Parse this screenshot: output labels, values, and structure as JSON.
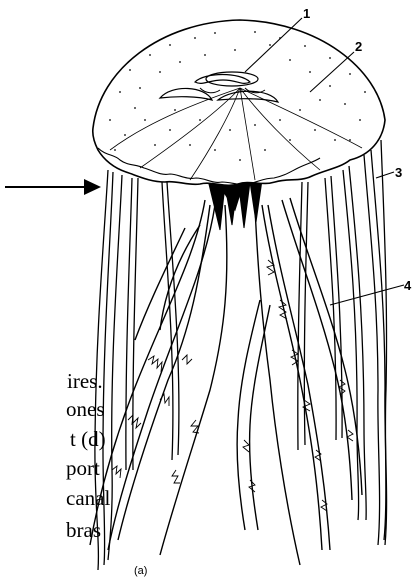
{
  "figure": {
    "callouts": [
      "1",
      "2",
      "3",
      "4"
    ],
    "panel_label": "(a)"
  },
  "cropped_text": [
    "ires.",
    "ones",
    "t (d)",
    "port",
    "canal",
    "bras"
  ],
  "colors": {
    "ink": "#000000",
    "background": "#ffffff"
  }
}
